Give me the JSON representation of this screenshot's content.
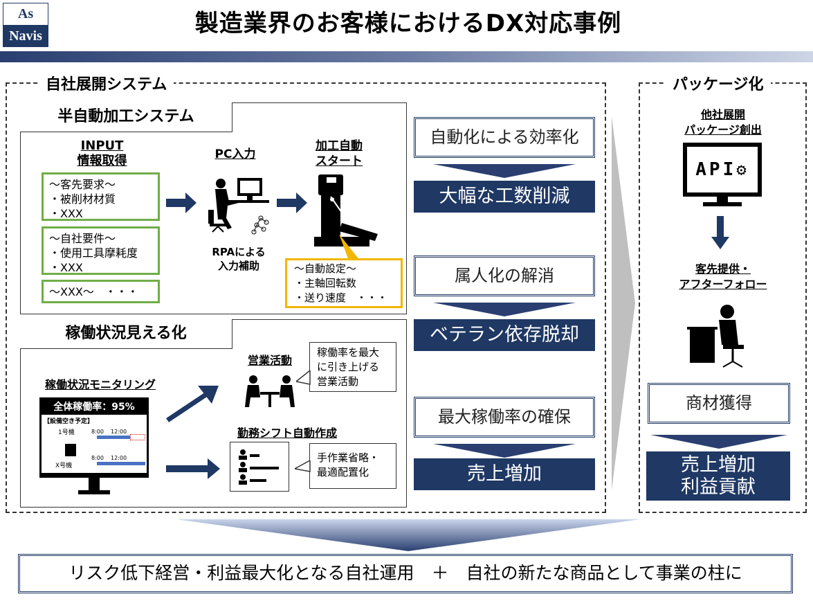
{
  "logo": {
    "top": "As",
    "bottom": "Navis"
  },
  "title": "製造業界のお客様におけるDX対応事例",
  "left_section": {
    "label": "自社展開システム",
    "semi": {
      "tab": "半自動加工システム",
      "input_label_1": "INPUT",
      "input_label_2": "情報取得",
      "box1": [
        "〜客先要求〜",
        "・被削材材質",
        "・XXX"
      ],
      "box2": [
        "〜自社要件〜",
        "・使用工具摩耗度",
        "・XXX"
      ],
      "box3": "〜XXX〜　・・・",
      "pc_label": "PC入力",
      "rpa_1": "RPAによる",
      "rpa_2": "入力補助",
      "machine_label_1": "加工自動",
      "machine_label_2": "スタート",
      "auto_box": [
        "〜自動設定〜",
        "・主軸回転数",
        "・送り速度　・・・"
      ]
    },
    "monitor": {
      "tab": "稼働状況見える化",
      "monitoring_label": "稼働状況モニタリング",
      "screen_header": "全体稼働率：95%",
      "screen_sub": "【設備空き予定】",
      "machine1": "1号機",
      "machineX": "X号機",
      "t1": "8:00",
      "t2": "12:00",
      "sales_label": "営業活動",
      "sales_note": [
        "稼働率を最大",
        "に引き上げる",
        "営業活動"
      ],
      "shift_label": "勤務シフト自動作成",
      "shift_note": [
        "手作業省略・",
        "最適配置化"
      ]
    }
  },
  "results": [
    {
      "top": "自動化による効率化",
      "bottom": "大幅な工数削減"
    },
    {
      "top": "属人化の解消",
      "bottom": "ベテラン依存脱却"
    },
    {
      "top": "最大稼働率の確保",
      "bottom": "売上増加"
    }
  ],
  "right_section": {
    "label": "パッケージ化",
    "sub1_1": "他社展開",
    "sub1_2": "パッケージ創出",
    "api": "API",
    "sub2_1": "客先提供・",
    "sub2_2": "アフターフォロー",
    "frame": "商材獲得",
    "fill_1": "売上増加",
    "fill_2": "利益貢献"
  },
  "bottom_banner": "リスク低下経営・利益最大化となる自社運用　＋　自社の新たな商品として事業の柱に",
  "colors": {
    "navy": "#1f3864",
    "green": "#70ad47",
    "yellow": "#f2b600",
    "grey": "#bfbfbf"
  }
}
